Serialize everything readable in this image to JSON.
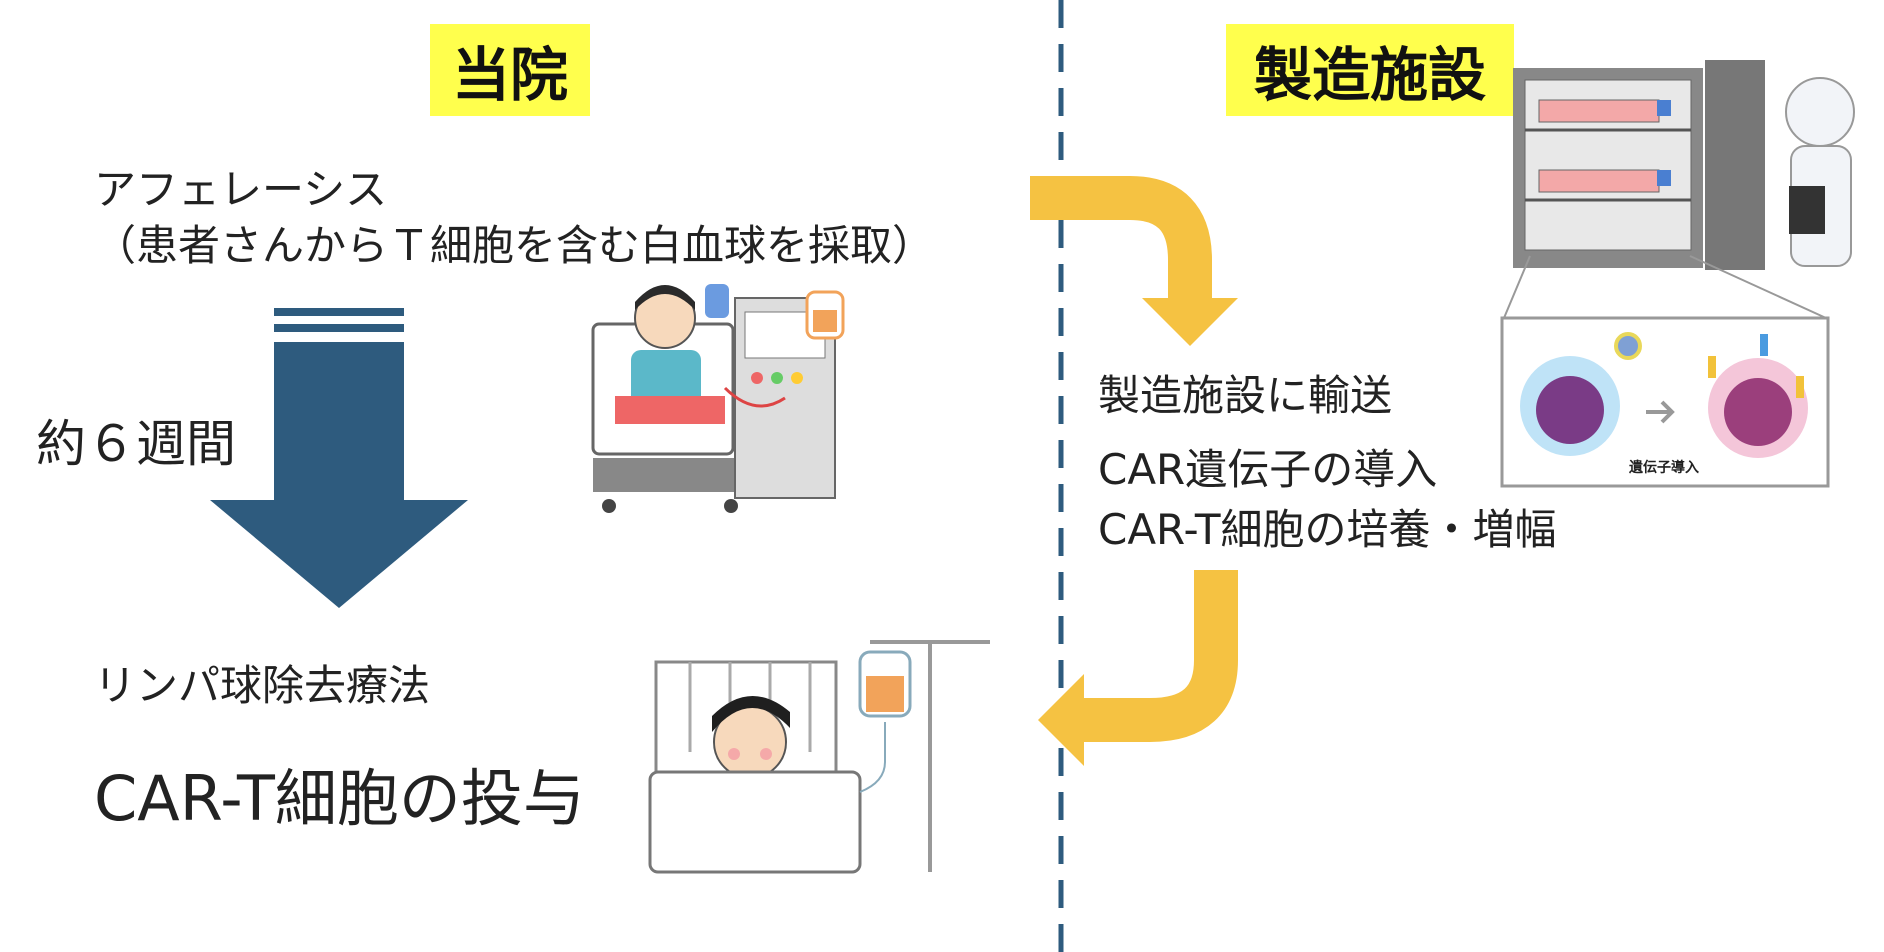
{
  "left_section": {
    "label": "当院",
    "apheresis_title": "アフェレーシス",
    "apheresis_desc": "（患者さんからＴ細胞を含む白血球を採取）",
    "duration": "約６週間",
    "lymphodepletion": "リンパ球除去療法",
    "infusion": "CAR-T細胞の投与"
  },
  "right_section": {
    "label": "製造施設",
    "transport": "製造施設に輸送",
    "gene_transfer": "CAR遺伝子の導入",
    "culture": "CAR-T細胞の培養・増幅",
    "inset_caption": "遺伝子導入"
  },
  "colors": {
    "label_bg": "#ffff4d",
    "down_arrow": "#2e5b7e",
    "divider": "#2e5b7e",
    "flow_arrow": "#f5c242"
  }
}
